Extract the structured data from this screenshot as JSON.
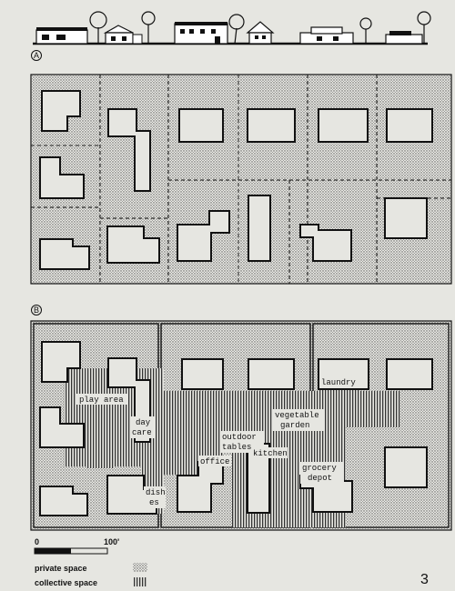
{
  "figure": {
    "panel_a_label": "A",
    "panel_b_label": "B",
    "page_number": "3"
  },
  "panel_b_labels": {
    "play_area": "play area",
    "day_care_1": "day",
    "day_care_2": "care",
    "outdoor_tables_1": "outdoor",
    "outdoor_tables_2": "tables",
    "kitchen": "kitchen",
    "office": "office",
    "vegetable_garden_1": "vegetable",
    "vegetable_garden_2": "garden",
    "laundry": "laundry",
    "grocery_depot_1": "grocery",
    "grocery_depot_2": "depot",
    "dish_1": "dish",
    "dish_2": "es"
  },
  "scale_bar": {
    "start_label": "0",
    "end_label": "100'"
  },
  "legend": {
    "private_label": "private space",
    "collective_label": "collective space"
  },
  "colors": {
    "ink": "#111111",
    "paper": "#e6e6e1",
    "stipple": "#bdbdb6"
  }
}
